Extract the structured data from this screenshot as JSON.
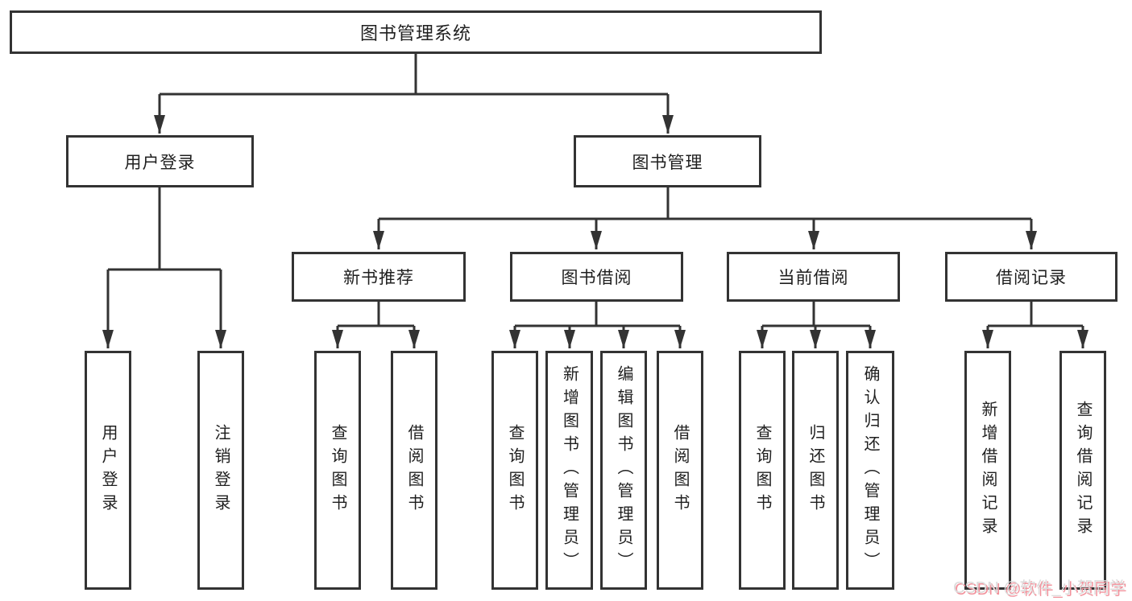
{
  "diagram": {
    "root": {
      "label": "图书管理系统"
    },
    "branches": [
      {
        "label": "用户登录",
        "children": [
          {
            "label": "用户登录"
          },
          {
            "label": "注销登录"
          }
        ]
      },
      {
        "label": "图书管理",
        "sections": [
          {
            "label": "新书推荐",
            "children": [
              {
                "label": "查询图书"
              },
              {
                "label": "借阅图书"
              }
            ]
          },
          {
            "label": "图书借阅",
            "children": [
              {
                "label": "查询图书"
              },
              {
                "label": "新增图书（管理员）"
              },
              {
                "label": "编辑图书（管理员）"
              },
              {
                "label": "借阅图书"
              }
            ]
          },
          {
            "label": "当前借阅",
            "children": [
              {
                "label": "查询图书"
              },
              {
                "label": "归还图书"
              },
              {
                "label": "确认归还（管理员）"
              }
            ]
          },
          {
            "label": "借阅记录",
            "children": [
              {
                "label": "新增借阅记录"
              },
              {
                "label": "查询借阅记录"
              }
            ]
          }
        ]
      }
    ]
  },
  "watermark": {
    "text": "CSDN @软件_小贺同学"
  },
  "colors": {
    "line": "#333333",
    "border": "#333333",
    "text": "#1f1f1f",
    "background": "#ffffff",
    "watermark_text": "#dcdcdc",
    "watermark_shadow": "#f2929c"
  }
}
